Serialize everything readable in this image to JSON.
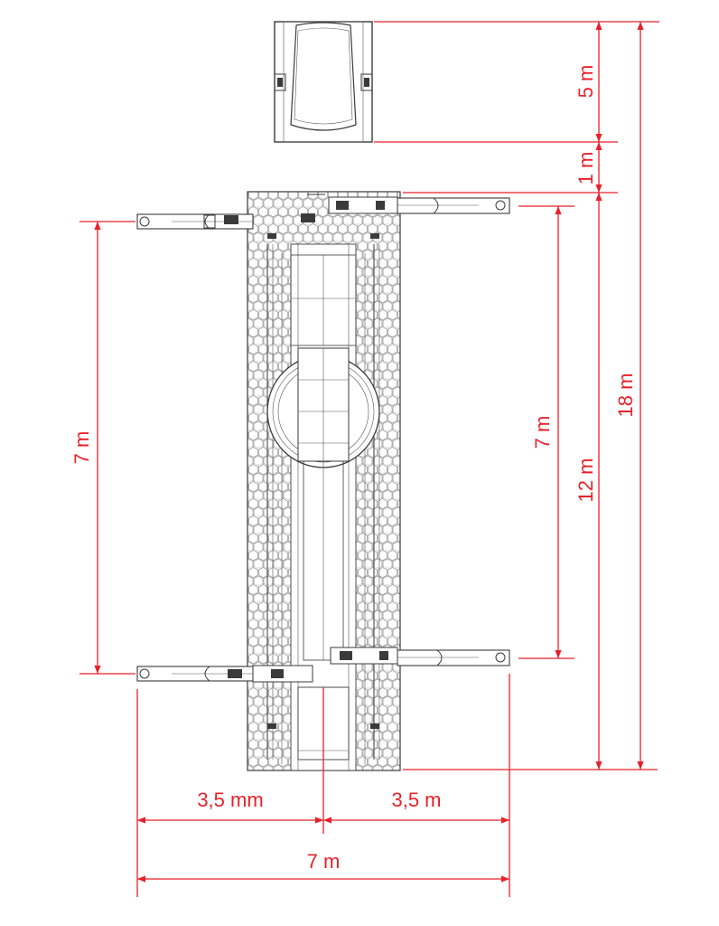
{
  "dimensions": {
    "top_vehicle_length": "5 m",
    "gap_length": "1 m",
    "total_length": "18 m",
    "body_length": "12 m",
    "outrigger_spacing_right": "7 m",
    "outrigger_spacing_left": "7 m",
    "half_width_left": "3,5 mm",
    "half_width_right": "3,5 m",
    "total_width": "7 m"
  },
  "colors": {
    "dimension": "#e8212a",
    "drawing": "#3a3a3a",
    "body_fill": "#e6e6e6"
  }
}
